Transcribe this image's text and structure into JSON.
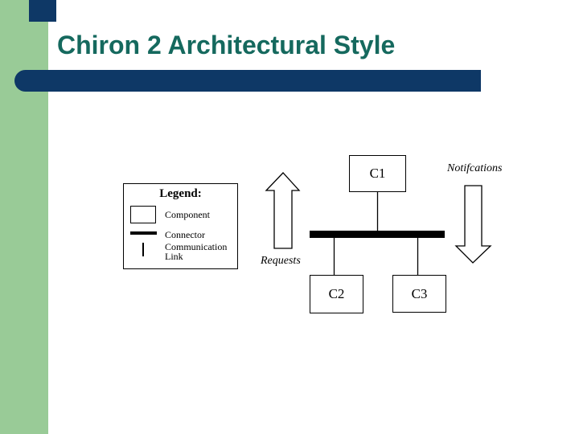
{
  "slide": {
    "title": "Chiron 2 Architectural Style"
  },
  "colors": {
    "sidebar_green": "#99CB97",
    "accent_navy": "#0E3866",
    "title_teal": "#15695E",
    "diagram_ink": "#000000"
  },
  "legend": {
    "title": "Legend:",
    "items": [
      {
        "swatch": "component-box-swatch",
        "label": "Component"
      },
      {
        "swatch": "connector-line-swatch",
        "label": "Connector"
      },
      {
        "swatch": "communication-link-swatch",
        "label": "Communication Link"
      }
    ]
  },
  "diagram": {
    "components": [
      {
        "label": "C1"
      },
      {
        "label": "C2"
      },
      {
        "label": "C3"
      }
    ],
    "annotations": {
      "requests": "Requests",
      "notifications": "Notifcations"
    }
  }
}
